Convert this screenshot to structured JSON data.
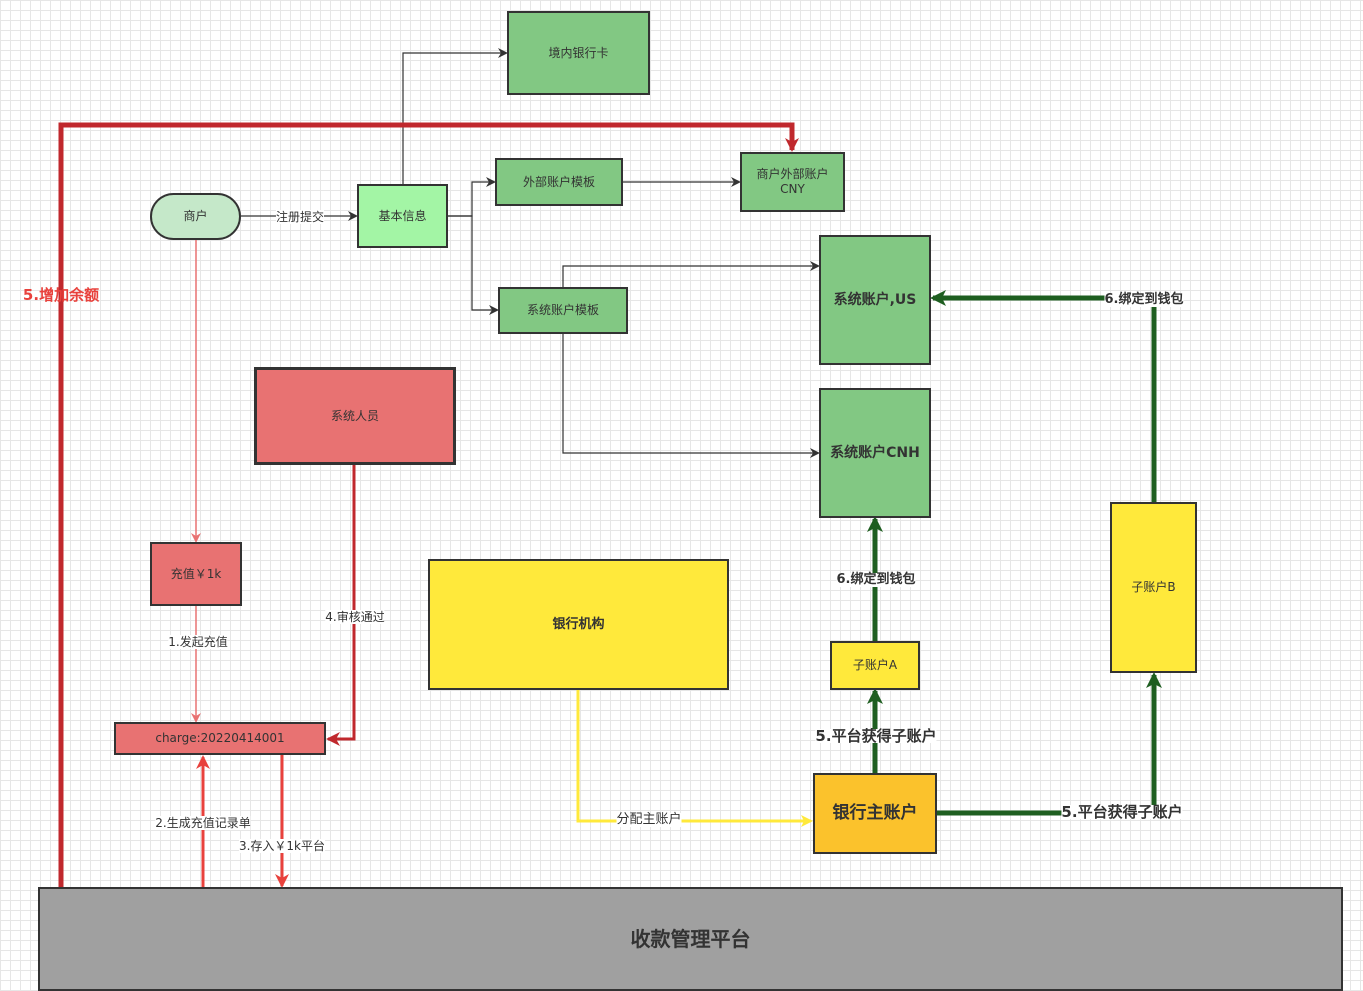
{
  "nodes": {
    "domestic_card": "境内银行卡",
    "merchant": "商户",
    "basic_info": "基本信息",
    "ext_template": "外部账户模板",
    "merchant_ext_line1": "商户外部账户",
    "merchant_ext_line2": "CNY",
    "sys_template": "系统账户模板",
    "sys_us": "系统账户,US",
    "sys_cnh": "系统账户CNH",
    "sys_staff": "系统人员",
    "recharge": "充值￥1k",
    "charge_record": "charge:20220414001",
    "bank_inst": "银行机构",
    "sub_a": "子账户A",
    "sub_b": "子账户B",
    "bank_main": "银行主账户",
    "platform": "收款管理平台"
  },
  "edge_labels": {
    "register": "注册提交",
    "increase_balance": "5.增加余额",
    "initiate": "1.发起充值",
    "generate": "2.生成充值记录单",
    "deposit": "3.存入￥1k平台",
    "approved": "4.审核通过",
    "assign_main": "分配主账户",
    "get_sub_a": "5.平台获得子账户",
    "get_sub_b": "5.平台获得子账户",
    "bind_a": "6.绑定到钱包",
    "bind_b": "6.绑定到钱包"
  },
  "colors": {
    "green_node": "#82c883",
    "light_green_node": "#a3f5a5",
    "red_node": "#e87272",
    "yellow_node": "#ffe93b",
    "orange_node": "#fbc22c",
    "platform": "#a0a0a0",
    "dark_green_arrow": "#1e5e20",
    "dark_red_arrow": "#c0282d",
    "red_arrow": "#e8413c",
    "yellow_arrow": "#ffe93b"
  }
}
